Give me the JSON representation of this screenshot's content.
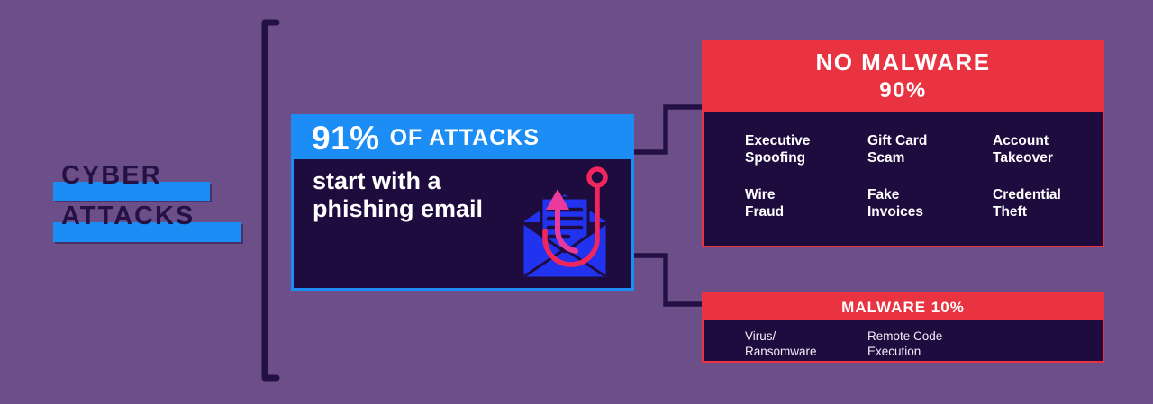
{
  "colors": {
    "background": "#6c4e88",
    "dark_navy": "#1e0c3f",
    "line_navy": "#241144",
    "accent_blue": "#1b8df4",
    "accent_red": "#e93340",
    "text_white": "#ffffff",
    "envelope_blue": "#2133ee",
    "hook_crimson": "#f1265c",
    "arrow_magenta": "#e93a9b"
  },
  "title": {
    "line1": "CYBER",
    "line2": "ATTACKS"
  },
  "center_card": {
    "stat": "91%",
    "stat_suffix": "OF ATTACKS",
    "body_text": "start with a\nphishing email",
    "icon": "phishing-email-icon"
  },
  "no_malware_card": {
    "header_line1": "NO MALWARE",
    "header_line2": "90%",
    "items": [
      "Executive\nSpoofing",
      "Gift Card\nScam",
      "Account\nTakeover",
      "Wire\nFraud",
      "Fake\nInvoices",
      "Credential\nTheft"
    ]
  },
  "malware_card": {
    "header": "MALWARE 10%",
    "items": [
      "Virus/\nRansomware",
      "Remote Code\nExecution"
    ]
  }
}
